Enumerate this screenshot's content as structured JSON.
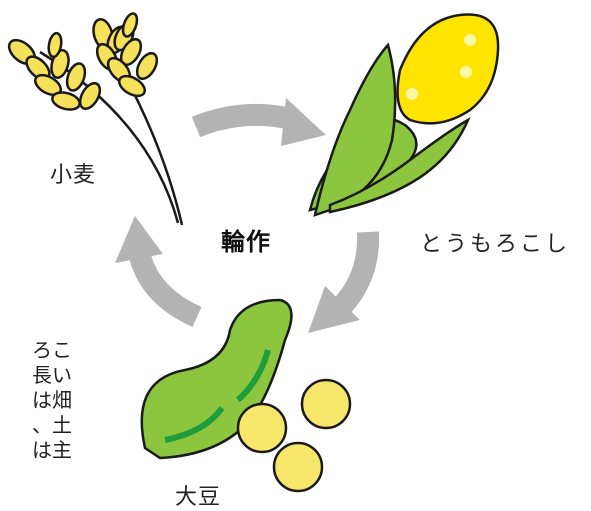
{
  "diagram": {
    "center_label": "輪作",
    "labels": {
      "wheat": "小麦",
      "corn": "とうもろこし",
      "soybean": "大豆"
    },
    "side_text_lines": [
      "ろこ",
      "長い",
      "は畑",
      "、土",
      "は主"
    ]
  },
  "colors": {
    "arrow": "#b3b3b3",
    "grain": "#f5e15a",
    "corn_kernel": "#ffe400",
    "leaf": "#8cc63e",
    "leaf_dark": "#1f9d3a",
    "bean": "#f6e66a",
    "outline": "#1a1a1a"
  },
  "icons": [
    "wheat-icon",
    "corn-icon",
    "soybean-pod-icon",
    "soybean-icon",
    "cycle-arrow-icon"
  ]
}
